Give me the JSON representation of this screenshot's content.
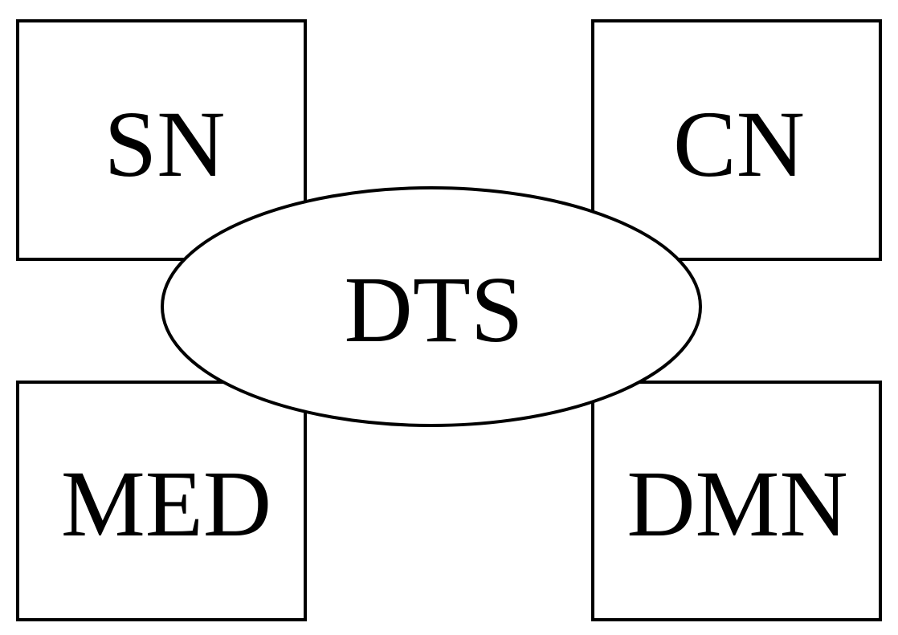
{
  "diagram": {
    "center": {
      "label": "DTS"
    },
    "nodes": {
      "top_left": {
        "label": "SN"
      },
      "top_right": {
        "label": "CN"
      },
      "bottom_left": {
        "label": "MED"
      },
      "bottom_right": {
        "label": "DMN"
      }
    }
  }
}
